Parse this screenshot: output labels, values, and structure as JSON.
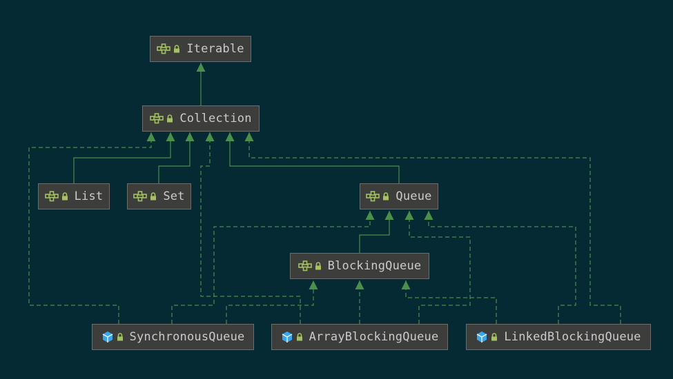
{
  "diagram": {
    "nodes": [
      {
        "id": "iterable",
        "label": "Iterable",
        "kind": "interface"
      },
      {
        "id": "collection",
        "label": "Collection",
        "kind": "interface"
      },
      {
        "id": "list",
        "label": "List",
        "kind": "interface"
      },
      {
        "id": "set",
        "label": "Set",
        "kind": "interface"
      },
      {
        "id": "queue",
        "label": "Queue",
        "kind": "interface"
      },
      {
        "id": "blockingqueue",
        "label": "BlockingQueue",
        "kind": "interface"
      },
      {
        "id": "synchronousqueue",
        "label": "SynchronousQueue",
        "kind": "class"
      },
      {
        "id": "arrayblockingqueue",
        "label": "ArrayBlockingQueue",
        "kind": "class"
      },
      {
        "id": "linkedblockingqueue",
        "label": "LinkedBlockingQueue",
        "kind": "class"
      }
    ],
    "edges": [
      {
        "from": "collection",
        "to": "iterable",
        "style": "solid"
      },
      {
        "from": "list",
        "to": "collection",
        "style": "solid"
      },
      {
        "from": "set",
        "to": "collection",
        "style": "solid"
      },
      {
        "from": "queue",
        "to": "collection",
        "style": "solid"
      },
      {
        "from": "blockingqueue",
        "to": "queue",
        "style": "solid"
      },
      {
        "from": "synchronousqueue",
        "to": "collection",
        "style": "dashed"
      },
      {
        "from": "arrayblockingqueue",
        "to": "collection",
        "style": "dashed"
      },
      {
        "from": "linkedblockingqueue",
        "to": "collection",
        "style": "dashed"
      },
      {
        "from": "synchronousqueue",
        "to": "queue",
        "style": "dashed"
      },
      {
        "from": "arrayblockingqueue",
        "to": "queue",
        "style": "dashed"
      },
      {
        "from": "linkedblockingqueue",
        "to": "queue",
        "style": "dashed"
      },
      {
        "from": "synchronousqueue",
        "to": "blockingqueue",
        "style": "dashed"
      },
      {
        "from": "arrayblockingqueue",
        "to": "blockingqueue",
        "style": "dashed"
      },
      {
        "from": "linkedblockingqueue",
        "to": "blockingqueue",
        "style": "dashed"
      }
    ],
    "icons": {
      "interface": "interface-icon",
      "class": "class-icon",
      "visibility": "lock-icon"
    },
    "colors": {
      "background": "#062a33",
      "node_fill": "#3d3d3b",
      "node_border": "#6d6d6b",
      "text": "#c9cbcc",
      "edge": "#4a8f4a",
      "interface_icon": "#a5c261",
      "class_icon": "#3aa8e8"
    }
  }
}
